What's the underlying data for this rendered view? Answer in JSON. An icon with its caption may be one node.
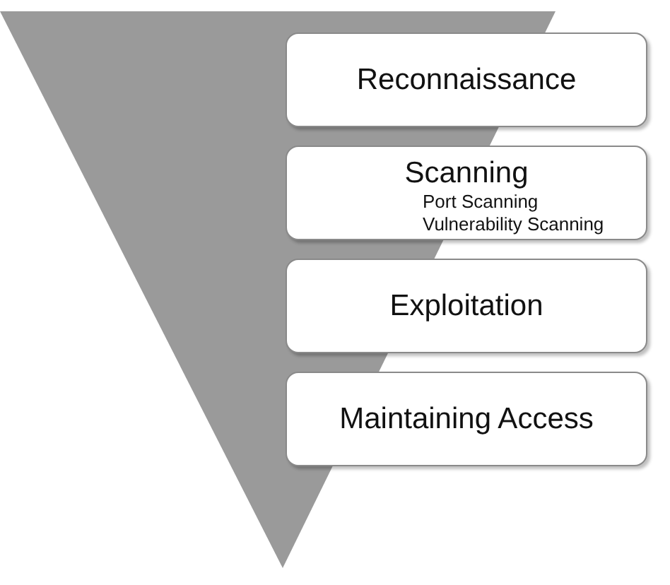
{
  "diagram": {
    "nodes": [
      {
        "text": [
          "Reconnaissance"
        ]
      },
      {
        "text": [
          "Scanning",
          "Port Scanning",
          "Vulnerability Scanning"
        ]
      },
      {
        "text": [
          "Exploitation"
        ]
      },
      {
        "text": [
          "Maintaining Access"
        ]
      }
    ]
  }
}
